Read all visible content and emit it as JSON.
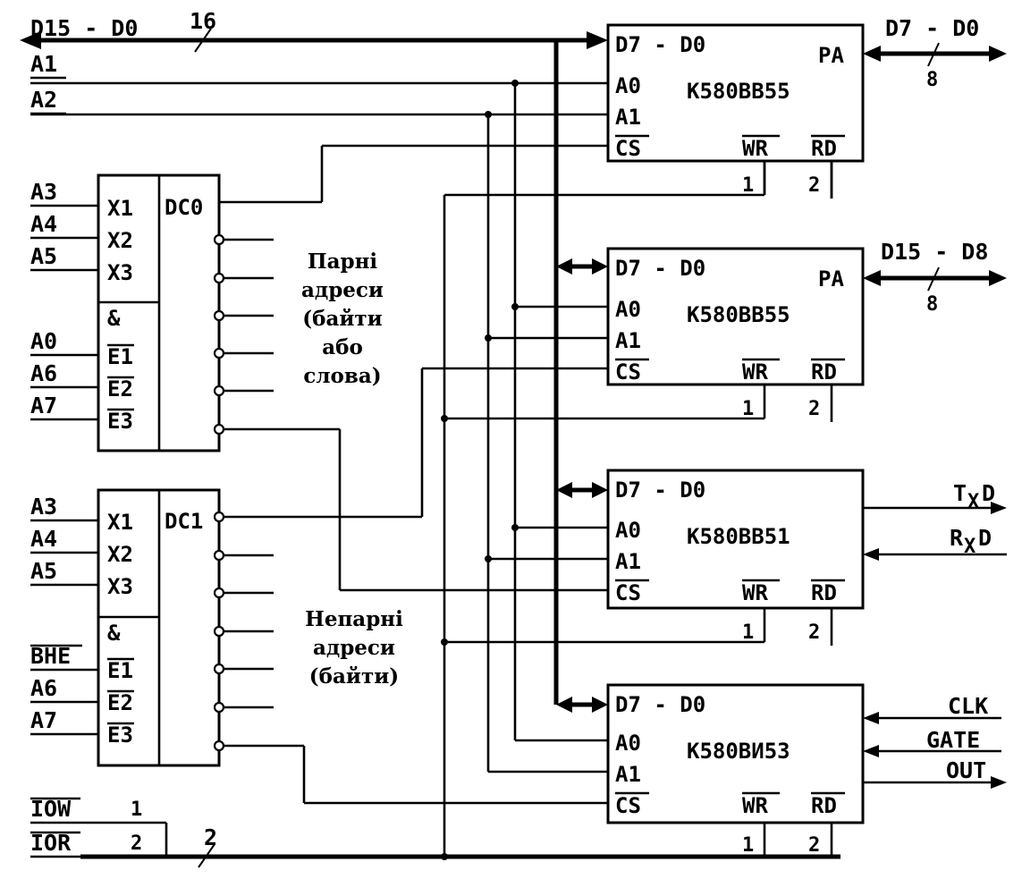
{
  "bus": {
    "data_label": "D15 - D0",
    "data_width": "16",
    "ctrl_width": "2"
  },
  "inputs": {
    "a1": "A1",
    "a2": "A2",
    "iow": "IOW",
    "ior": "IOR",
    "iow_num": "1",
    "ior_num": "2"
  },
  "decoders": [
    {
      "title": "DC0",
      "x_pins": [
        "X1",
        "X2",
        "X3"
      ],
      "x_inputs": [
        "A3",
        "A4",
        "A5"
      ],
      "and_symbol": "&",
      "e_pins": [
        "E1",
        "E2",
        "E3"
      ],
      "e_inputs": [
        "A0",
        "A6",
        "A7"
      ],
      "note": [
        "Парні",
        "адреси",
        "(байти",
        "або",
        "слова)"
      ]
    },
    {
      "title": "DC1",
      "x_pins": [
        "X1",
        "X2",
        "X3"
      ],
      "x_inputs": [
        "A3",
        "A4",
        "A5"
      ],
      "and_symbol": "&",
      "e_pins": [
        "E1",
        "E2",
        "E3"
      ],
      "e_inputs": [
        "BHE",
        "A6",
        "A7"
      ],
      "note": [
        "Непарні",
        "адреси",
        "(байти)"
      ]
    }
  ],
  "chips": [
    {
      "name": "K580BB55",
      "data_pin": "D7 - D0",
      "port_pin": "PA",
      "pins": [
        "A0",
        "A1",
        "CS"
      ],
      "ctrl_pins": [
        "WR",
        "RD"
      ],
      "ctrl_nums": [
        "1",
        "2"
      ],
      "out_label": "D7 - D0",
      "out_width": "8"
    },
    {
      "name": "K580BB55",
      "data_pin": "D7 - D0",
      "port_pin": "PA",
      "pins": [
        "A0",
        "A1",
        "CS"
      ],
      "ctrl_pins": [
        "WR",
        "RD"
      ],
      "ctrl_nums": [
        "1",
        "2"
      ],
      "out_label": "D15 - D8",
      "out_width": "8"
    },
    {
      "name": "K580BB51",
      "data_pin": "D7 - D0",
      "pins": [
        "A0",
        "A1",
        "CS"
      ],
      "ctrl_pins": [
        "WR",
        "RD"
      ],
      "ctrl_nums": [
        "1",
        "2"
      ],
      "txd_main": "T",
      "txd_sub": "X",
      "txd_end": "D",
      "rxd_main": "R",
      "rxd_sub": "X",
      "rxd_end": "D"
    },
    {
      "name": "K580BИ53",
      "data_pin": "D7 - D0",
      "pins": [
        "A0",
        "A1",
        "CS"
      ],
      "ctrl_pins": [
        "WR",
        "RD"
      ],
      "ctrl_nums": [
        "1",
        "2"
      ],
      "clk": "CLK",
      "gate": "GATE",
      "out": "OUT"
    }
  ]
}
